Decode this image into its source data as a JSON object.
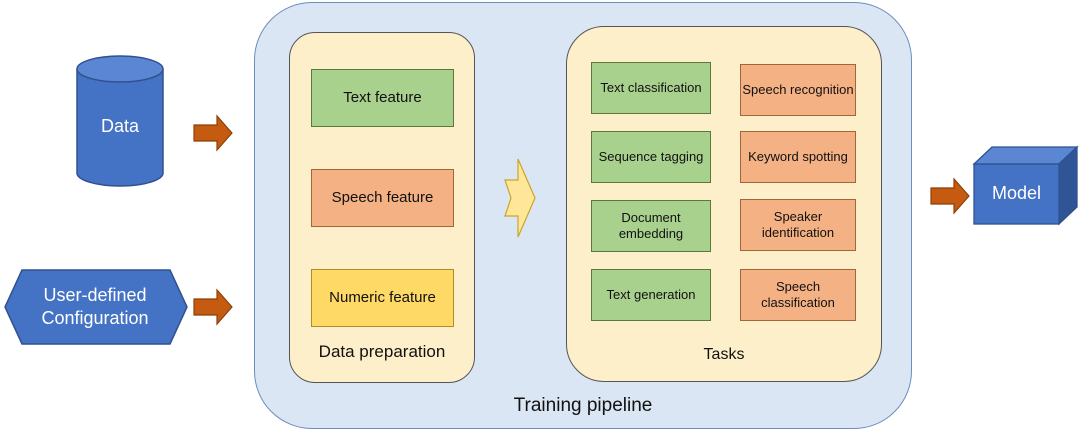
{
  "inputs": {
    "data_label": "Data",
    "config_label": "User-defined Configuration"
  },
  "pipeline": {
    "label": "Training pipeline"
  },
  "data_preparation": {
    "label": "Data preparation",
    "features": [
      "Text feature",
      "Speech feature",
      "Numeric feature"
    ]
  },
  "tasks": {
    "label": "Tasks",
    "text_tasks": [
      "Text classification",
      "Sequence tagging",
      "Document embedding",
      "Text generation"
    ],
    "speech_tasks": [
      "Speech recognition",
      "Keyword spotting",
      "Speaker identification",
      "Speech classification"
    ]
  },
  "output": {
    "model_label": "Model"
  },
  "colors": {
    "input_blue": "#4472c4",
    "arrow_orange": "#c55a11",
    "arrow_yellow": "#ffe699",
    "text_task_green": "#a9d18e",
    "speech_task_orange": "#f4b183",
    "numeric_yellow": "#ffd966",
    "pipeline_bg": "#dae6f3",
    "group_bg": "#fdefc9"
  }
}
